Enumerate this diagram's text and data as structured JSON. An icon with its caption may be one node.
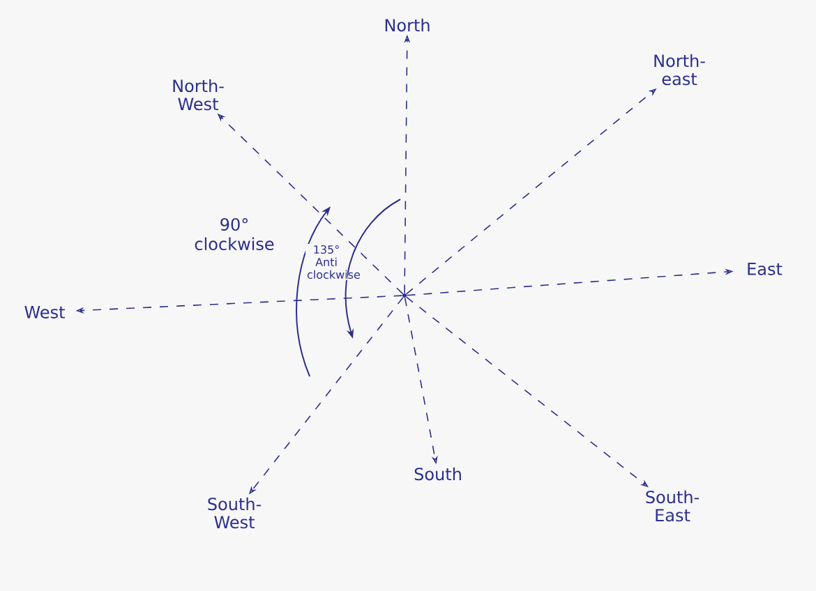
{
  "diagram": {
    "nodes": [
      {
        "text": [],
        "shape": "circle"
      },
      {
        "text": [
          "North"
        ]
      },
      {
        "text": [
          "North-West"
        ]
      },
      {
        "text": [
          "North-east"
        ]
      },
      {
        "text": [
          "East"
        ]
      },
      {
        "text": [
          "West"
        ]
      },
      {
        "text": [
          "South-West"
        ]
      },
      {
        "text": [
          "South"
        ]
      },
      {
        "text": [
          "South-East"
        ]
      }
    ],
    "edges": [
      {
        "from": 0,
        "to": 1,
        "arrow": "to",
        "style": "dashed"
      },
      {
        "from": 0,
        "to": 2,
        "arrow": "to",
        "style": "dashed"
      },
      {
        "from": 0,
        "to": 3,
        "arrow": "to",
        "style": "dashed"
      },
      {
        "from": 0,
        "to": 4,
        "arrow": "to",
        "style": "dashed"
      },
      {
        "from": 0,
        "to": 5,
        "arrow": "to",
        "style": "dashed"
      },
      {
        "from": 0,
        "to": 6,
        "arrow": "to",
        "style": "dashed"
      },
      {
        "from": 0,
        "to": 7,
        "arrow": "to",
        "style": "dashed"
      },
      {
        "from": 0,
        "to": 8,
        "arrow": "to",
        "style": "dashed"
      }
    ],
    "labels": [
      "90° clockwise",
      "135° Anti clockwise"
    ]
  }
}
